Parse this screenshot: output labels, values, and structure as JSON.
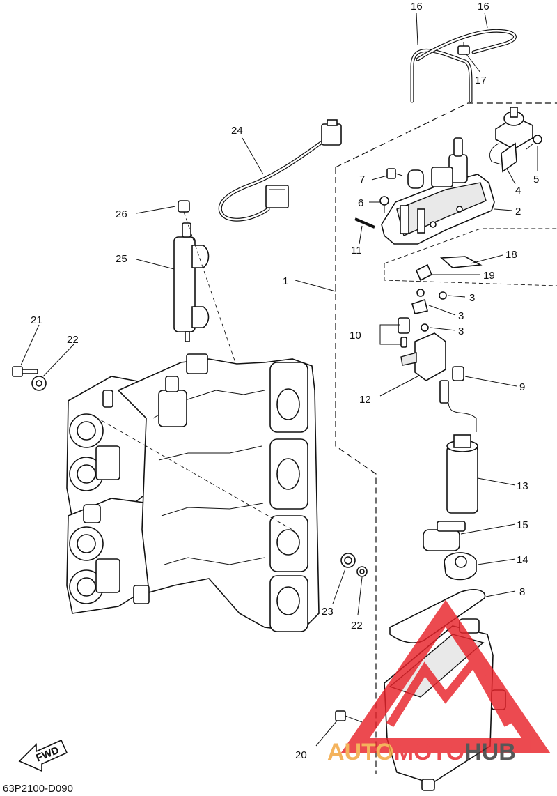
{
  "diagram": {
    "code": "63P2100-D090",
    "fwd_label": "FWD",
    "watermark": {
      "text_auto": "AUTO",
      "text_moto": "MOTO",
      "text_hub": "HUB",
      "color_red": "#e8232a",
      "color_orange": "#f2a33a",
      "color_dark": "#333333"
    },
    "callouts": [
      {
        "id": "c16a",
        "text": "16"
      },
      {
        "id": "c16b",
        "text": "16"
      },
      {
        "id": "c17",
        "text": "17"
      },
      {
        "id": "c24",
        "text": "24"
      },
      {
        "id": "c7",
        "text": "7"
      },
      {
        "id": "c4",
        "text": "4"
      },
      {
        "id": "c5",
        "text": "5"
      },
      {
        "id": "c6",
        "text": "6"
      },
      {
        "id": "c2",
        "text": "2"
      },
      {
        "id": "c26",
        "text": "26"
      },
      {
        "id": "c11",
        "text": "11"
      },
      {
        "id": "c18",
        "text": "18"
      },
      {
        "id": "c25",
        "text": "25"
      },
      {
        "id": "c19",
        "text": "19"
      },
      {
        "id": "c1",
        "text": "1"
      },
      {
        "id": "c3a",
        "text": "3"
      },
      {
        "id": "c3b",
        "text": "3"
      },
      {
        "id": "c3c",
        "text": "3"
      },
      {
        "id": "c21",
        "text": "21"
      },
      {
        "id": "c22a",
        "text": "22"
      },
      {
        "id": "c10",
        "text": "10"
      },
      {
        "id": "c9",
        "text": "9"
      },
      {
        "id": "c12",
        "text": "12"
      },
      {
        "id": "c13",
        "text": "13"
      },
      {
        "id": "c15",
        "text": "15"
      },
      {
        "id": "c14",
        "text": "14"
      },
      {
        "id": "c8",
        "text": "8"
      },
      {
        "id": "c23",
        "text": "23"
      },
      {
        "id": "c22b",
        "text": "22"
      },
      {
        "id": "c20",
        "text": "20"
      }
    ]
  }
}
